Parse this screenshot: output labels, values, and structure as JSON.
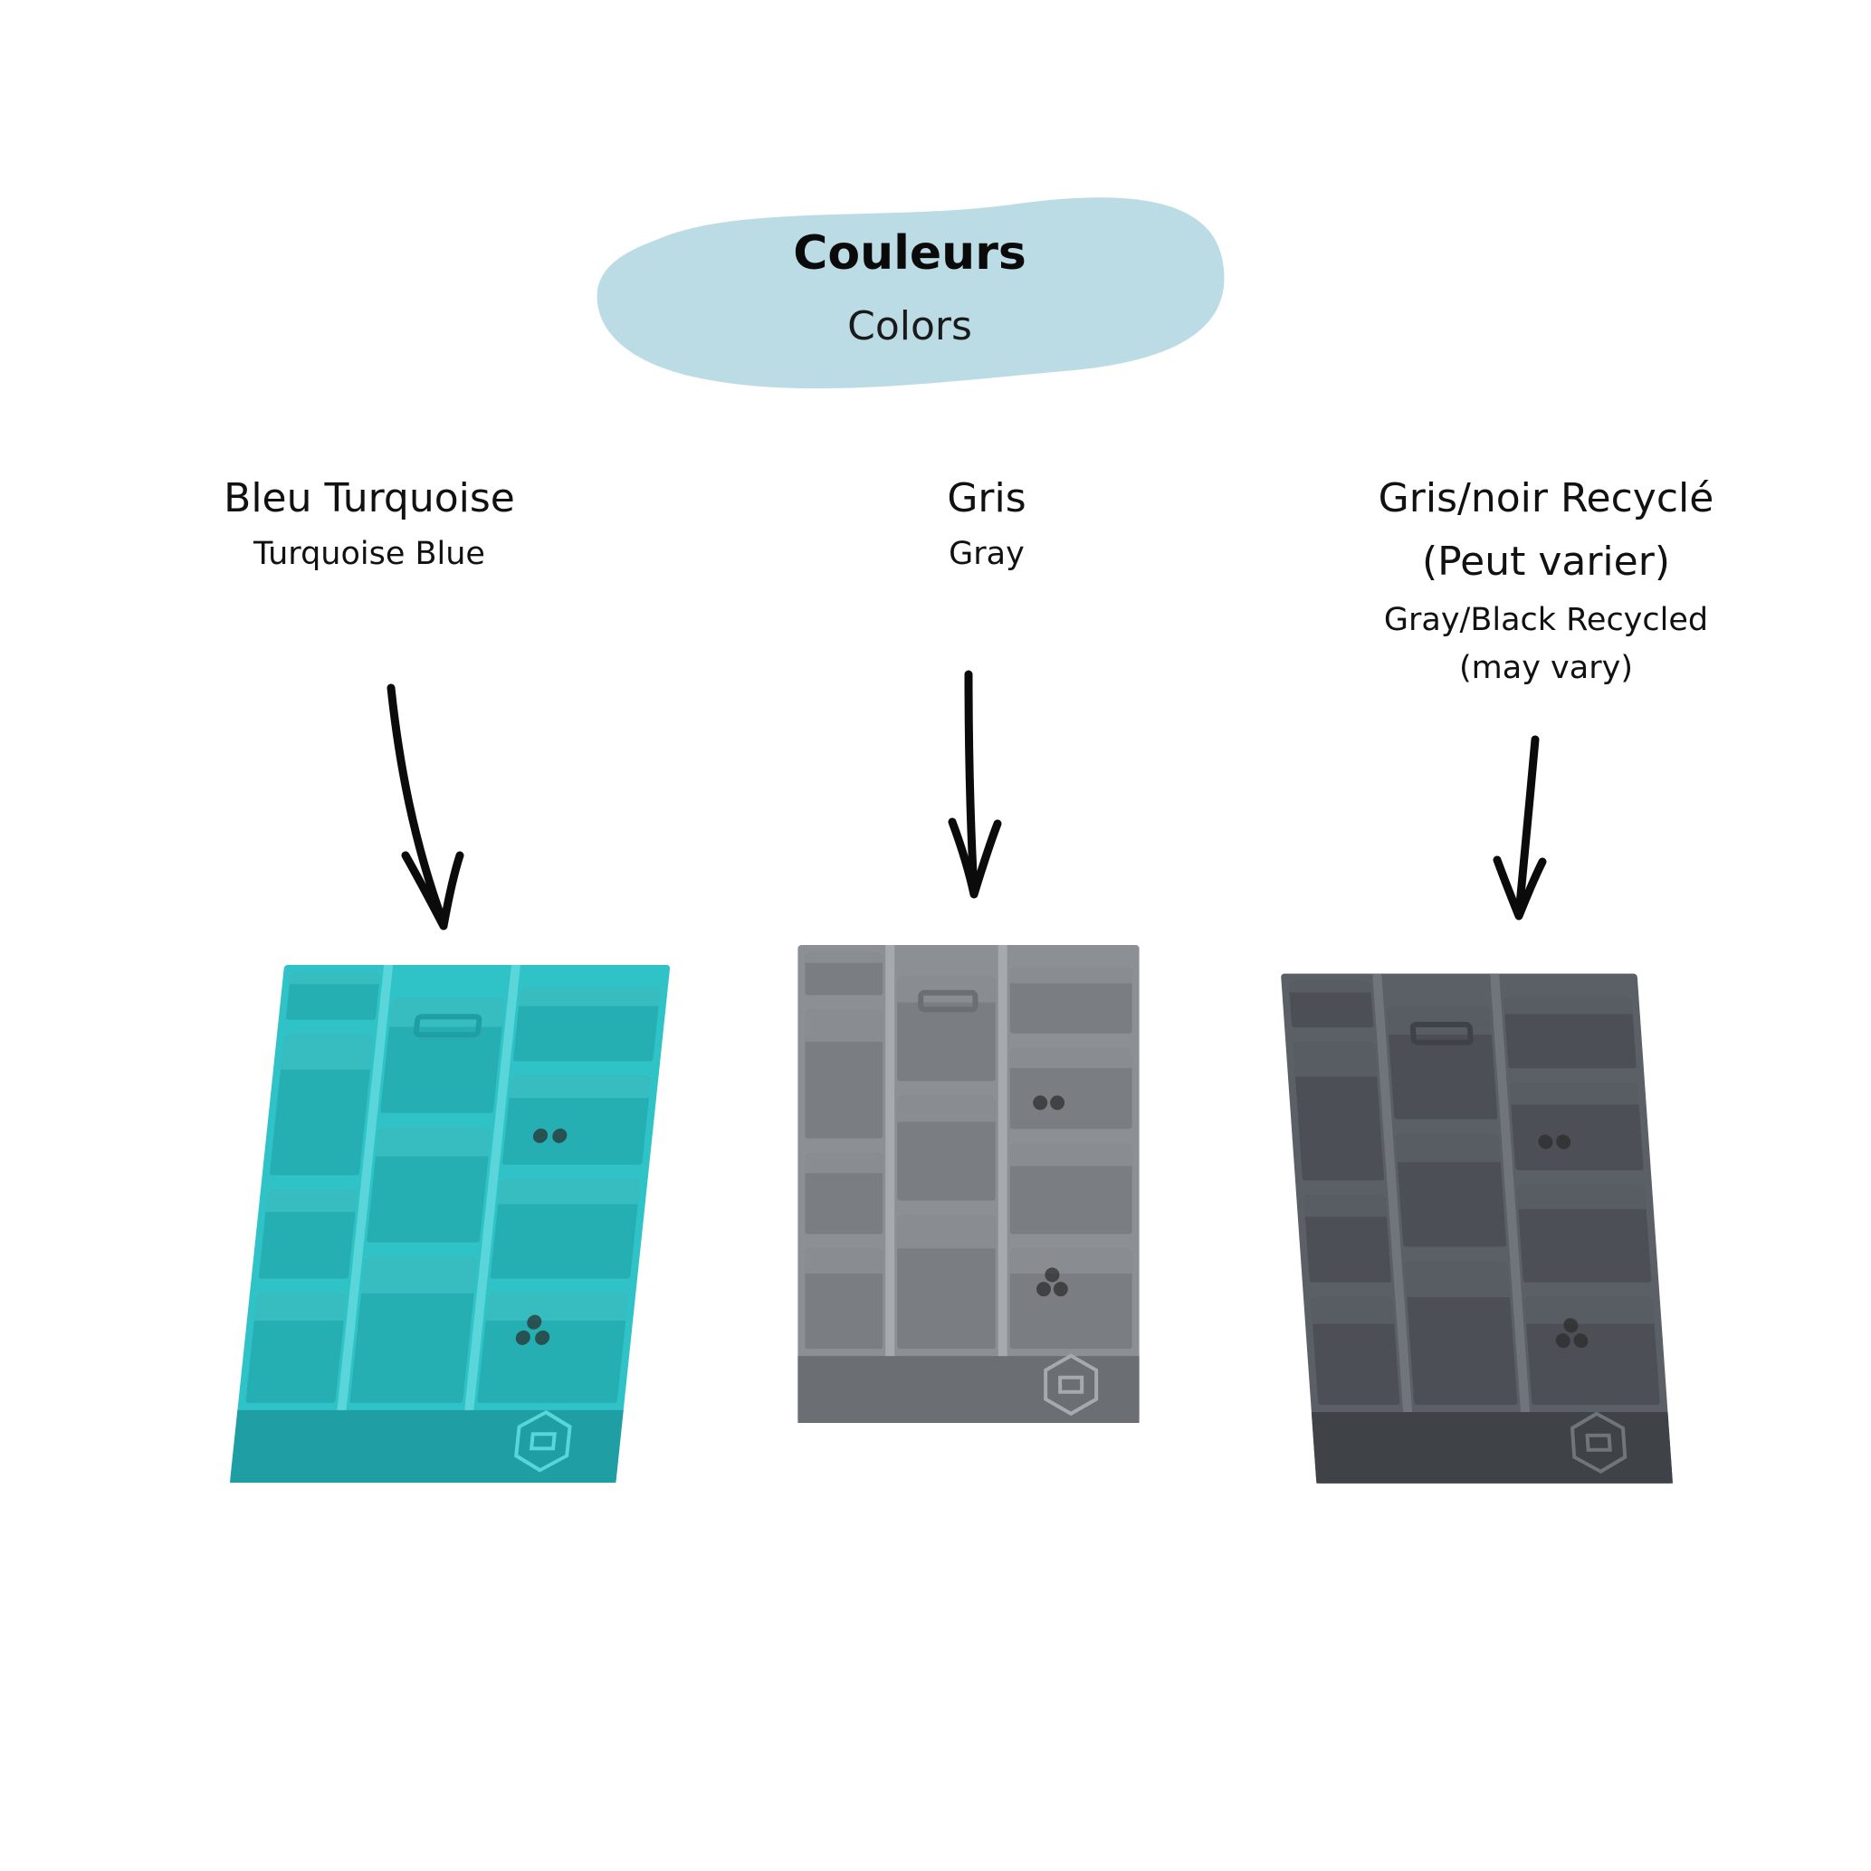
{
  "header": {
    "title": "Couleurs",
    "subtitle": "Colors",
    "blob_color": "#bcdce5"
  },
  "swatches": [
    {
      "name_fr": "Bleu Turquoise",
      "name_en": "Turquoise Blue",
      "color": "#2fc3c8",
      "shade": "#1f9ea3",
      "light": "#5ad6da"
    },
    {
      "name_fr": "Gris",
      "name_en": "Gray",
      "color": "#8c9095",
      "shade": "#6b6f74",
      "light": "#a6aaae"
    },
    {
      "name_fr": "Gris/noir Recyclé",
      "name_fr_note": "(Peut varier)",
      "name_en": "Gray/Black Recycled",
      "name_en_note": "(may vary)",
      "color": "#5b6066",
      "shade": "#3f4348",
      "light": "#70757b"
    }
  ],
  "icons": {
    "arrow": "arrow-down-icon",
    "logo": "brand-logo-icon"
  }
}
